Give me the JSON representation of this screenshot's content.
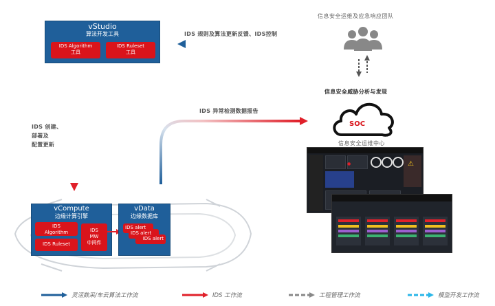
{
  "vstudio": {
    "title": "vStudio",
    "subtitle": "算法开发工具",
    "tools": [
      "IDS Algorithm\n工具",
      "IDS Ruleset\n工具"
    ]
  },
  "vcompute": {
    "title": "vCompute",
    "subtitle": "边缘计算引擎",
    "modules": [
      "IDS\nAlgorithm",
      "IDS Ruleset",
      "IDS\nMW\n中间件"
    ]
  },
  "vdata": {
    "title": "vData",
    "subtitle": "边缘数据库",
    "alerts": [
      "IDS alert",
      "IDS alert",
      "IDS alert"
    ]
  },
  "team": {
    "label": "信息安全运维及应急响应团队"
  },
  "analysis": {
    "label": "信息安全威胁分析与发现"
  },
  "soc": {
    "label": "SOC",
    "center_label": "信息安全运维中心"
  },
  "arrows": {
    "top": "IDS 规则及算法更新反馈、IDS控制",
    "left": [
      "IDS 创建、",
      "部署及",
      "配置更新"
    ],
    "middle": "IDS 异常检测数据报告"
  },
  "legend": [
    {
      "label": "灵活数采/车云算法工作流",
      "color": "#1f5f9a",
      "style": "solid"
    },
    {
      "label": "IDS 工作流",
      "color": "#e0202a",
      "style": "solid"
    },
    {
      "label": "工程管理工作流",
      "color": "#888888",
      "style": "dashed"
    },
    {
      "label": "模型开发工作流",
      "color": "#29b6e8",
      "style": "dashed"
    }
  ],
  "colors": {
    "blue": "#1f5f9a",
    "red": "#d9141b"
  }
}
